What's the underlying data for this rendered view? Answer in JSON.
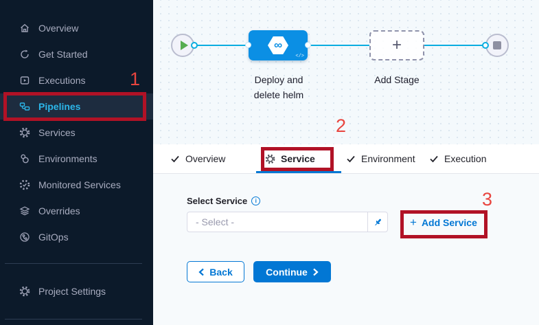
{
  "sidebar": {
    "items": [
      {
        "label": "Overview",
        "icon": "home-icon",
        "active": false
      },
      {
        "label": "Get Started",
        "icon": "get-started-icon",
        "active": false
      },
      {
        "label": "Executions",
        "icon": "executions-icon",
        "active": false
      },
      {
        "label": "Pipelines",
        "icon": "pipelines-icon",
        "active": true
      },
      {
        "label": "Services",
        "icon": "services-icon",
        "active": false
      },
      {
        "label": "Environments",
        "icon": "environments-icon",
        "active": false
      },
      {
        "label": "Monitored Services",
        "icon": "monitored-services-icon",
        "active": false
      },
      {
        "label": "Overrides",
        "icon": "overrides-icon",
        "active": false
      },
      {
        "label": "GitOps",
        "icon": "gitops-icon",
        "active": false
      }
    ],
    "footer_item": {
      "label": "Project Settings",
      "icon": "gear-icon"
    }
  },
  "canvas": {
    "stage_label_line1": "Deploy and",
    "stage_label_line2": "delete helm",
    "node_icon_glyph": "∞",
    "node_code_glyph": "</>",
    "add_stage_plus": "+",
    "add_stage_label": "Add Stage"
  },
  "tabs": [
    {
      "label": "Overview",
      "icon": "check-icon",
      "active": false
    },
    {
      "label": "Service",
      "icon": "gear-icon",
      "active": true
    },
    {
      "label": "Environment",
      "icon": "check-icon",
      "active": false
    },
    {
      "label": "Execution",
      "icon": "check-icon",
      "active": false
    }
  ],
  "form": {
    "select_service_label": "Select Service",
    "info_glyph": "i",
    "select_placeholder": "- Select -",
    "add_service_plus": "+",
    "add_service_label": "Add Service",
    "back_label": "Back",
    "continue_label": "Continue"
  },
  "annotations": {
    "step1": "1",
    "step2": "2",
    "step3": "3"
  },
  "colors": {
    "accent_blue": "#0277d4",
    "node_blue": "#0b8fe4",
    "line_cyan": "#0bade0",
    "sidebar_bg": "#0c1a2a",
    "sidebar_active_text": "#2cb6e9",
    "annotation_box_red": "#b11226",
    "annotation_number_red": "#e8453f",
    "play_green": "#57ad51"
  }
}
